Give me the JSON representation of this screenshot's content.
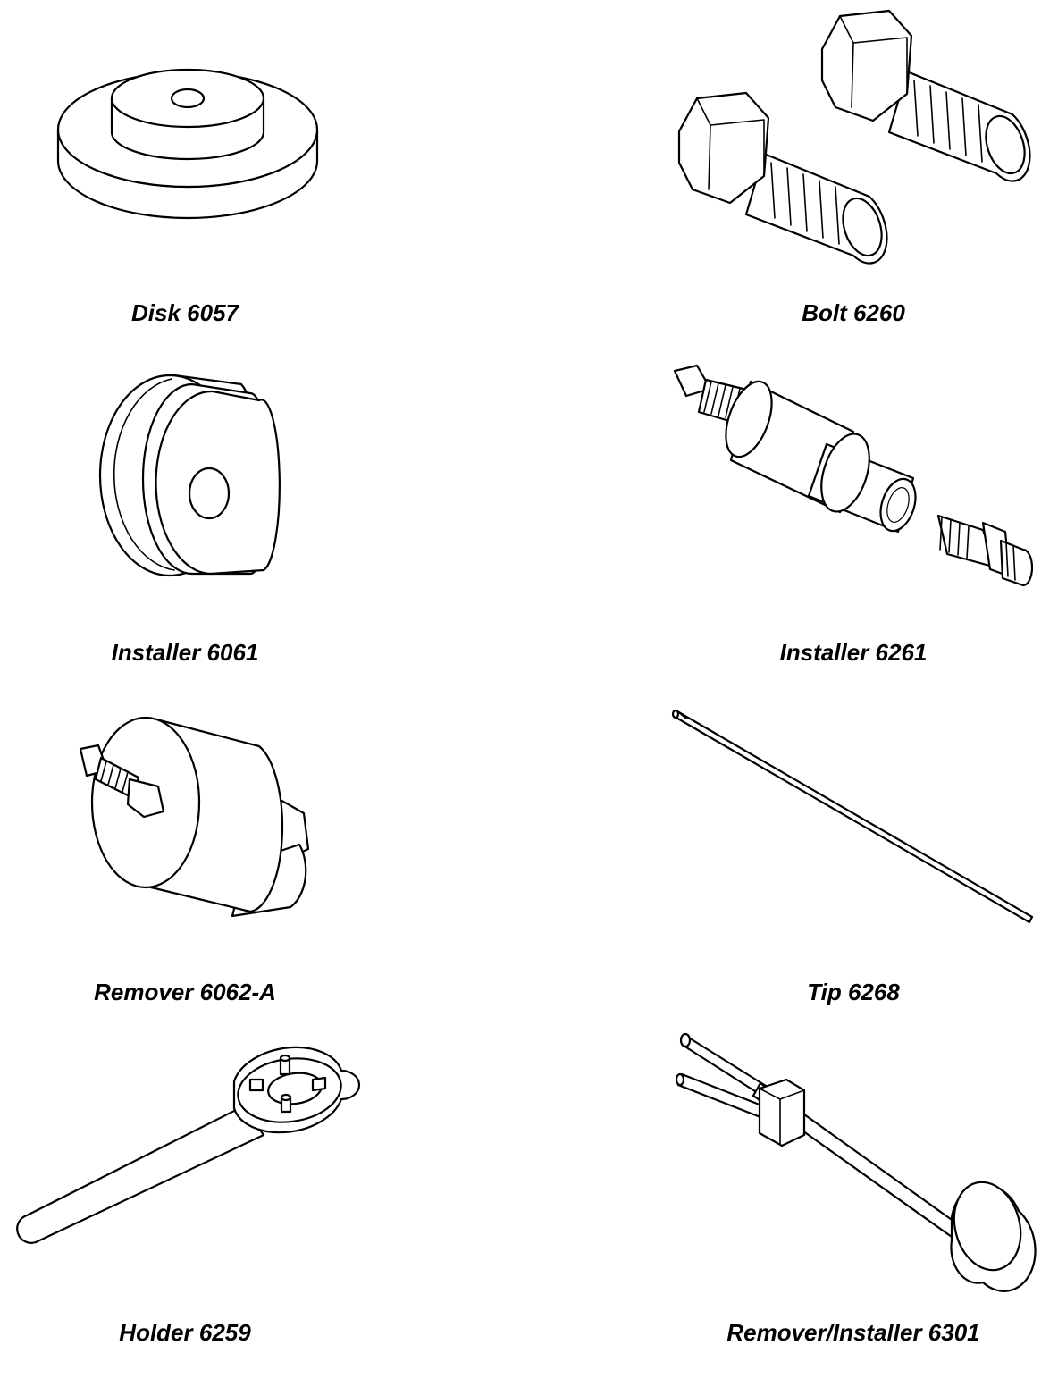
{
  "tools": [
    {
      "id": "disk",
      "label": "Disk 6057",
      "icon": "disk-icon"
    },
    {
      "id": "bolt",
      "label": "Bolt 6260",
      "icon": "bolt-pair-icon"
    },
    {
      "id": "installer-6061",
      "label": "Installer 6061",
      "icon": "installer-cup-icon"
    },
    {
      "id": "installer-6261",
      "label": "Installer 6261",
      "icon": "installer-screw-icon"
    },
    {
      "id": "remover-6062a",
      "label": "Remover 6062-A",
      "icon": "remover-cylinder-icon"
    },
    {
      "id": "tip",
      "label": "Tip 6268",
      "icon": "tip-rod-icon"
    },
    {
      "id": "holder",
      "label": "Holder 6259",
      "icon": "holder-wrench-icon"
    },
    {
      "id": "remover-installer",
      "label": "Remover/Installer 6301",
      "icon": "remover-installer-slide-icon"
    }
  ],
  "colors": {
    "ink": "#000000",
    "paper": "#ffffff"
  }
}
